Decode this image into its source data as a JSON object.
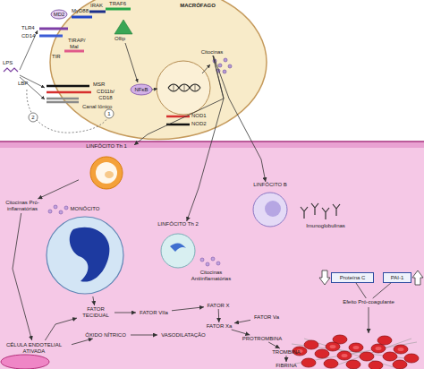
{
  "diagram": {
    "nodes": [
      {
        "text": [
          "MACRÓFAGO"
        ]
      },
      {
        "text": [
          "NFκB"
        ],
        "in": 0
      },
      {
        "text": [
          "Citocinas"
        ],
        "in": 0
      },
      {
        "text": [
          "LINFÓCITO Th 1"
        ]
      },
      {
        "text": [
          "LINFÓCITO Th 2"
        ]
      },
      {
        "text": [
          "LINFÓCITO B"
        ]
      },
      {
        "text": [
          "MONÓCITO"
        ]
      },
      {
        "text": [
          "Citocinas Pró-inflamatórias"
        ]
      },
      {
        "text": [
          "Citocinas Antiinflamatórias"
        ]
      },
      {
        "text": [
          "Imunoglobulinas"
        ]
      },
      {
        "text": [
          "FATOR TECIDUAL"
        ]
      },
      {
        "text": [
          "FATOR VIIa"
        ]
      },
      {
        "text": [
          "FATOR X"
        ]
      },
      {
        "text": [
          "FATOR Xa"
        ]
      },
      {
        "text": [
          "FATOR Va"
        ]
      },
      {
        "text": [
          "PROTROMBINA"
        ]
      },
      {
        "text": [
          "TROMBINA"
        ]
      },
      {
        "text": [
          "FIBRINA"
        ]
      },
      {
        "text": [
          "Proteína C"
        ]
      },
      {
        "text": [
          "PAI-1"
        ]
      },
      {
        "text": [
          "Efeito Pró-coagulante"
        ]
      },
      {
        "text": [
          "ÓXIDO NÍTRICO"
        ]
      },
      {
        "text": [
          "VASODILATAÇÃO"
        ]
      },
      {
        "text": [
          "CÉLULA ENDOTELIAL ATIVADA"
        ]
      }
    ],
    "edges": [
      {
        "from": 2,
        "to": 3,
        "arrow": "to"
      },
      {
        "from": 2,
        "to": 4,
        "arrow": "to"
      },
      {
        "from": 2,
        "to": 5,
        "arrow": "to"
      },
      {
        "from": 3,
        "to": 7,
        "arrow": "to"
      },
      {
        "from": 7,
        "to": 23,
        "arrow": "to"
      },
      {
        "from": 6,
        "to": 10,
        "arrow": "to"
      },
      {
        "from": 23,
        "to": 10,
        "arrow": "to"
      },
      {
        "from": 23,
        "to": 21,
        "arrow": "to"
      },
      {
        "from": 10,
        "to": 11,
        "arrow": "to"
      },
      {
        "from": 11,
        "to": 12,
        "arrow": "to"
      },
      {
        "from": 12,
        "to": 13,
        "arrow": "to"
      },
      {
        "from": 14,
        "to": 13,
        "arrow": "to"
      },
      {
        "from": 13,
        "to": 15,
        "arrow": "to"
      },
      {
        "from": 15,
        "to": 16,
        "arrow": "to"
      },
      {
        "from": 16,
        "to": 17,
        "arrow": "to"
      },
      {
        "from": 21,
        "to": 22,
        "arrow": "to"
      },
      {
        "from": 18,
        "to": 20,
        "arrow": "none"
      },
      {
        "from": 19,
        "to": 20,
        "arrow": "none"
      }
    ],
    "labels": [
      "MD2",
      "MyD88",
      "IRAK",
      "TRAF6",
      "TLR4",
      "CD14",
      "TIRAP/",
      "Mal",
      "TIR",
      "Ollip",
      "LPS",
      "LBP",
      "MSR",
      "CD11b/ CD18",
      "Canal Iônico",
      "NOD1",
      "NOD2",
      "1",
      "2"
    ]
  }
}
